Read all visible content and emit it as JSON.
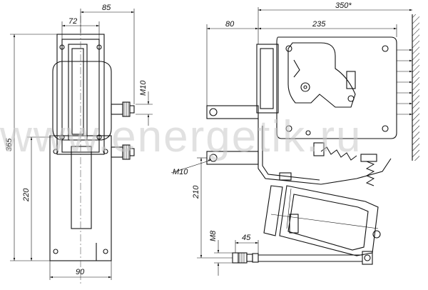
{
  "watermark": "www.energetik.ru",
  "dimensions": {
    "left_view": {
      "width_top_85": "85",
      "width_top_72": "72",
      "height_365": "365",
      "height_220": "220",
      "width_bottom_90": "90",
      "thread_m10": "M10"
    },
    "right_view": {
      "width_350": "350*",
      "width_80": "80",
      "width_235": "235",
      "thread_m10": "M10",
      "height_210": "210",
      "thread_m8": "M8",
      "width_45": "45"
    }
  }
}
